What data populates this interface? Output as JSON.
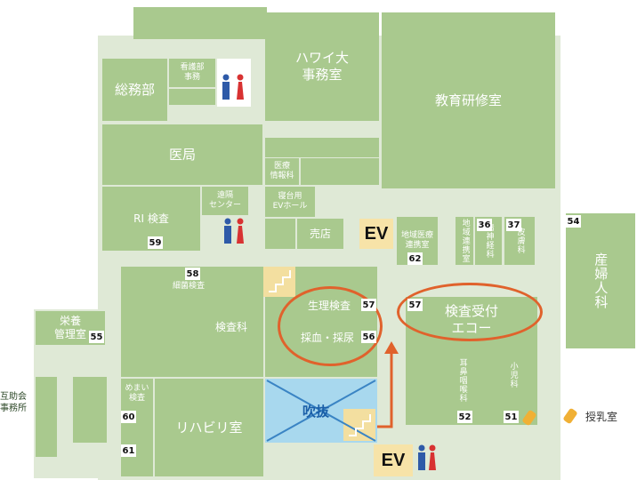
{
  "rooms": {
    "soumu": "総務部",
    "kango": "看護部\n事務",
    "hawaii": "ハワイ大\n事務室",
    "kyoiku": "教育研修室",
    "ikyoku": "医局",
    "iryo": "医療\n情報科",
    "ri": "RI 検査",
    "enkaku": "遠隔\nセンター",
    "shindai": "寝台用\nEVホール",
    "baiten": "売店",
    "chiiki": "地域医療\n連携室",
    "chiiki2": "地域連携室",
    "seishin": "精神経科",
    "hifu": "皮膚科",
    "sanfujin": "産婦人科",
    "saikin": "細菌検査",
    "seiri": "生理検査",
    "saiketsu": "採血・採尿",
    "kensaka": "検査科",
    "uketsuke": "検査受付\nエコー",
    "jibi": "耳鼻咽喉科",
    "shoni": "小児科",
    "eiyo": "栄養\n管理室",
    "gojokai": "互助会\n事務所",
    "memai": "めまい\n検査",
    "rihabiri": "リハビリ室",
    "fukinuke": "吹抜",
    "junyu": "授乳室"
  },
  "numbers": {
    "n59": "59",
    "n62": "62",
    "n36": "36",
    "n37": "37",
    "n54": "54",
    "n58": "58",
    "n57a": "57",
    "n56": "56",
    "n57b": "57",
    "n55": "55",
    "n60": "60",
    "n61": "61",
    "n52": "52",
    "n51": "51"
  },
  "ev": {
    "ev1": "EV",
    "ev2": "EV"
  },
  "colors": {
    "room": "#a9c98e",
    "highlight": "#e0622c",
    "void": "#a8d8ee",
    "stairs": "#f3dfa0",
    "ev": "#f7e3a8"
  },
  "icons": [
    "restroom-icon",
    "stairs-icon",
    "nursing-room-icon",
    "arrow-up-icon"
  ]
}
